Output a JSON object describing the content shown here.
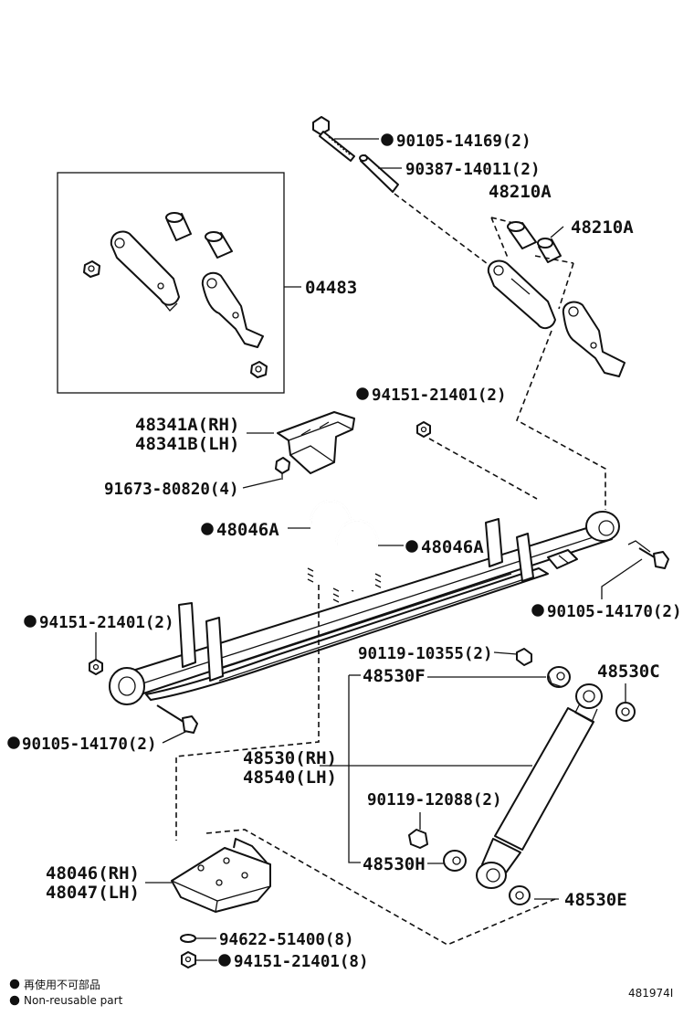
{
  "labels": {
    "bolt_90105_14169": "90105-14169(2)",
    "spacer_90387_14011": "90387-14011(2)",
    "bush_48210A_top": "48210A",
    "bush_48210A_right": "48210A",
    "kit_04483": "04483",
    "nut_94151_top": "94151-21401(2)",
    "bracket_48341A": "48341A(RH)",
    "bracket_48341B": "48341B(LH)",
    "bolt_91673": "91673-80820(4)",
    "ubolt_48046A_left": "48046A",
    "ubolt_48046A_right": "48046A",
    "bolt_90105_14170_right": "90105-14170(2)",
    "nut_94151_left": "94151-21401(2)",
    "bolt_90119_10355": "90119-10355(2)",
    "bush_48530F": "48530F",
    "bush_48530C": "48530C",
    "bolt_90105_14170_left": "90105-14170(2)",
    "absorber_48530": "48530(RH)",
    "absorber_48540": "48540(LH)",
    "bolt_90119_12088": "90119-12088(2)",
    "bush_48530H": "48530H",
    "seat_48046": "48046(RH)",
    "seat_48047": "48047(LH)",
    "washer_94622": "94622-51400(8)",
    "nut_94151_bottom": "94151-21401(8)",
    "washer_48530E": "48530E"
  },
  "legend": {
    "line1": "再使用不可部品",
    "line2": "Non-reusable part"
  },
  "figure_number": "481974I",
  "marker_color": "#111111"
}
